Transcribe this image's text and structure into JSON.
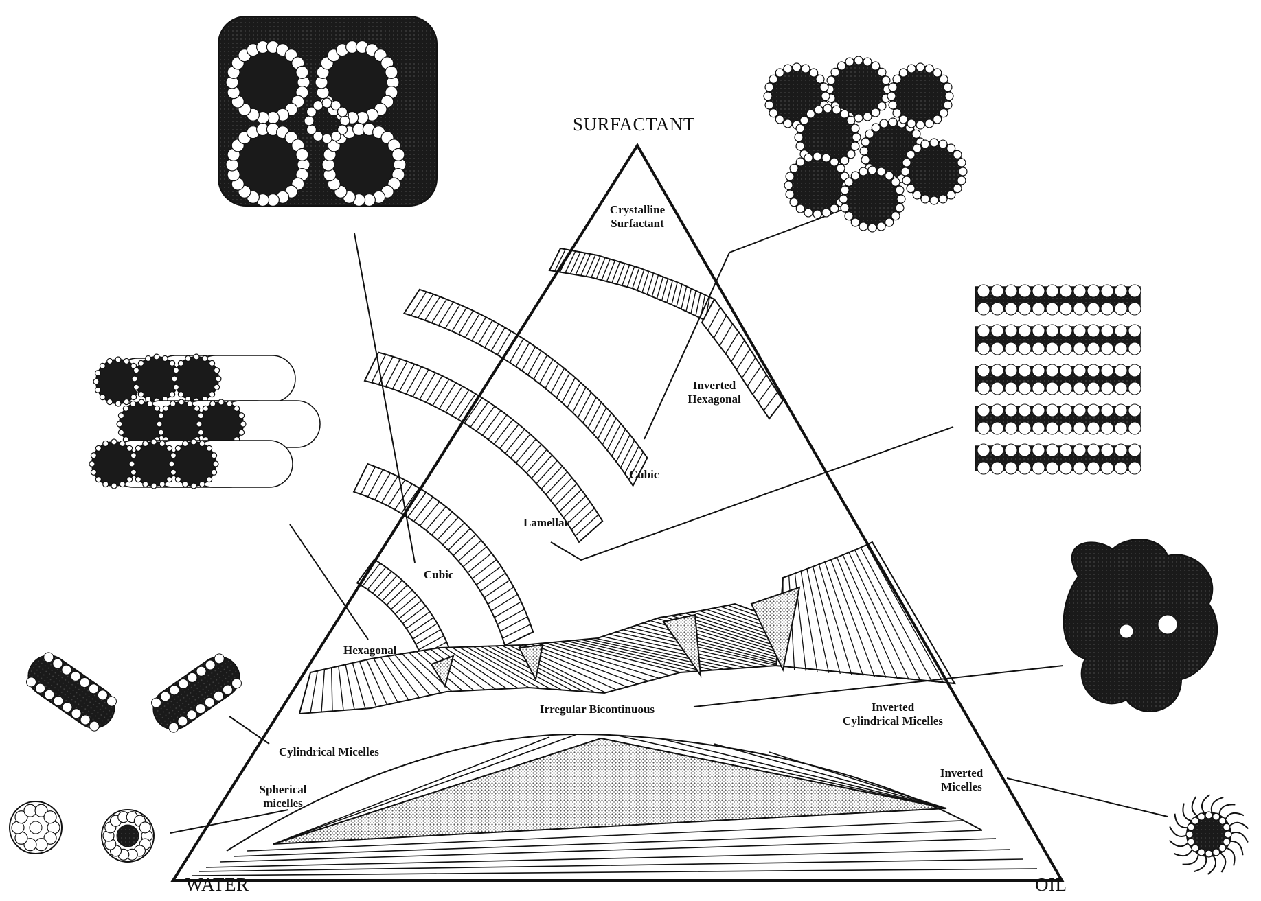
{
  "vertices": {
    "top": "SURFACTANT",
    "left": "WATER",
    "right": "OIL"
  },
  "regions": {
    "crystalline": "Crystalline\nSurfactant",
    "inverted_hexagonal": "Inverted\nHexagonal",
    "cubic_upper": "Cubic",
    "lamellar": "Lamellar",
    "cubic_lower": "Cubic",
    "hexagonal": "Hexagonal",
    "irregular_bicontinuous": "Irregular Bicontinuous",
    "inverted_cylindrical": "Inverted\nCylindrical Micelles",
    "cylindrical": "Cylindrical Micelles",
    "spherical": "Spherical\nmicelles",
    "inverted_micelles": "Inverted\nMicelles"
  },
  "colors": {
    "ink": "#111111",
    "stipple": "#b9b9b9",
    "structure_fill": "#1a1a1a",
    "sphere": "#ffffff"
  },
  "illustrations": [
    "cubic-micellar-structure-icon",
    "inverted-cubic-structure-icon",
    "hexagonal-cylinders-icon",
    "lamellar-bilayers-icon",
    "cylindrical-micelles-icon",
    "bicontinuous-structure-icon",
    "spherical-micelles-icon",
    "inverted-micelle-icon"
  ]
}
